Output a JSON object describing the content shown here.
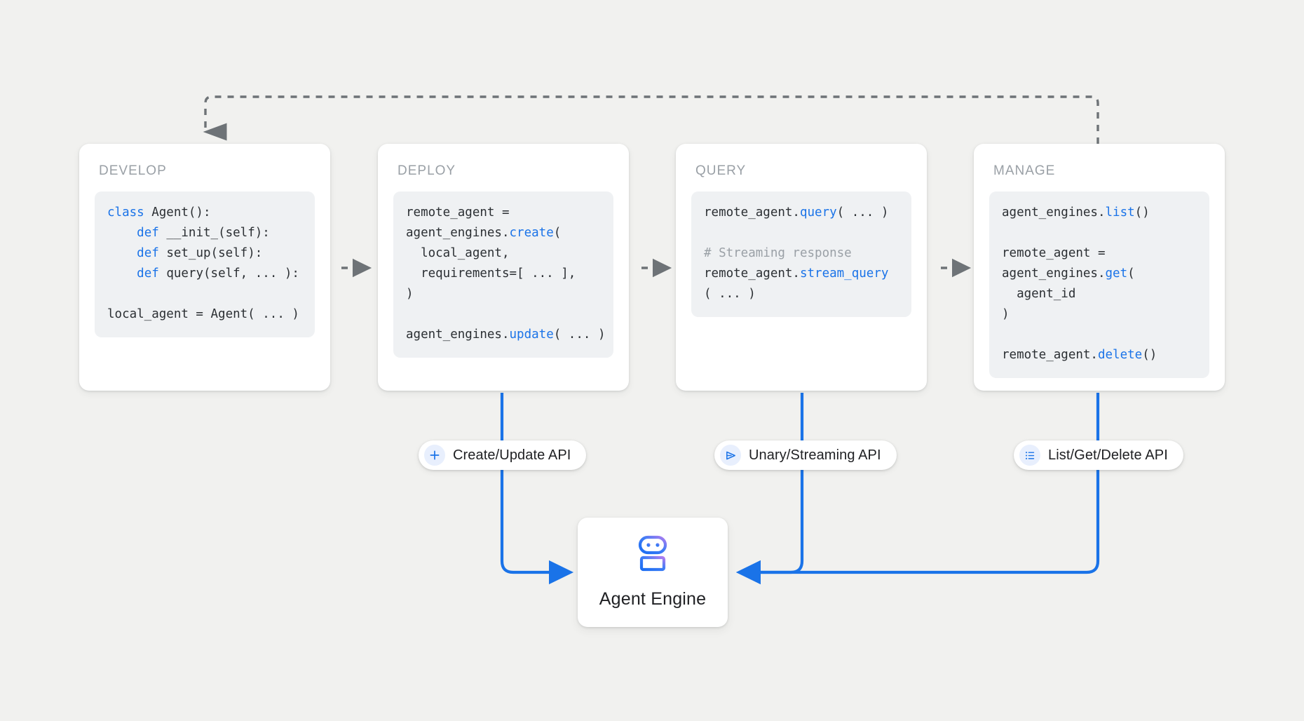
{
  "canvas": {
    "background": "#f1f1ef",
    "accent_blue": "#1a73e8",
    "dash_gray": "#6e7377"
  },
  "stages": [
    {
      "id": "develop",
      "title": "DEVELOP",
      "code_lines": [
        [
          {
            "t": "class ",
            "c": "kw"
          },
          {
            "t": "Agent():",
            "c": ""
          }
        ],
        [
          {
            "t": "    ",
            "c": ""
          },
          {
            "t": "def ",
            "c": "kw"
          },
          {
            "t": "__init_(self):",
            "c": ""
          }
        ],
        [
          {
            "t": "    ",
            "c": ""
          },
          {
            "t": "def ",
            "c": "kw"
          },
          {
            "t": "set_up(self):",
            "c": ""
          }
        ],
        [
          {
            "t": "    ",
            "c": ""
          },
          {
            "t": "def ",
            "c": "kw"
          },
          {
            "t": "query(self, ... ):",
            "c": ""
          }
        ],
        [
          {
            "t": "",
            "c": ""
          }
        ],
        [
          {
            "t": "local_agent = Agent( ... )",
            "c": ""
          }
        ]
      ]
    },
    {
      "id": "deploy",
      "title": "DEPLOY",
      "code_lines": [
        [
          {
            "t": "remote_agent =",
            "c": ""
          }
        ],
        [
          {
            "t": "agent_engines.",
            "c": ""
          },
          {
            "t": "create",
            "c": "fn"
          },
          {
            "t": "(",
            "c": ""
          }
        ],
        [
          {
            "t": "  local_agent,",
            "c": ""
          }
        ],
        [
          {
            "t": "  requirements=[ ... ],",
            "c": ""
          }
        ],
        [
          {
            "t": ")",
            "c": ""
          }
        ],
        [
          {
            "t": "",
            "c": ""
          }
        ],
        [
          {
            "t": "agent_engines.",
            "c": ""
          },
          {
            "t": "update",
            "c": "fn"
          },
          {
            "t": "( ... )",
            "c": ""
          }
        ]
      ]
    },
    {
      "id": "query",
      "title": "QUERY",
      "code_lines": [
        [
          {
            "t": "remote_agent.",
            "c": ""
          },
          {
            "t": "query",
            "c": "fn"
          },
          {
            "t": "( ... )",
            "c": ""
          }
        ],
        [
          {
            "t": "",
            "c": ""
          }
        ],
        [
          {
            "t": "# Streaming response",
            "c": "cm"
          }
        ],
        [
          {
            "t": "remote_agent.",
            "c": ""
          },
          {
            "t": "stream_query",
            "c": "fn"
          }
        ],
        [
          {
            "t": "( ... )",
            "c": ""
          }
        ]
      ]
    },
    {
      "id": "manage",
      "title": "MANAGE",
      "code_lines": [
        [
          {
            "t": "agent_engines.",
            "c": ""
          },
          {
            "t": "list",
            "c": "fn"
          },
          {
            "t": "()",
            "c": ""
          }
        ],
        [
          {
            "t": "",
            "c": ""
          }
        ],
        [
          {
            "t": "remote_agent =",
            "c": ""
          }
        ],
        [
          {
            "t": "agent_engines.",
            "c": ""
          },
          {
            "t": "get",
            "c": "fn"
          },
          {
            "t": "(",
            "c": ""
          }
        ],
        [
          {
            "t": "  agent_id",
            "c": ""
          }
        ],
        [
          {
            "t": ")",
            "c": ""
          }
        ],
        [
          {
            "t": "",
            "c": ""
          }
        ],
        [
          {
            "t": "remote_agent.",
            "c": ""
          },
          {
            "t": "delete",
            "c": "fn"
          },
          {
            "t": "()",
            "c": ""
          }
        ]
      ]
    }
  ],
  "pills": [
    {
      "id": "create-update",
      "label": "Create/Update API",
      "icon": "plus-icon"
    },
    {
      "id": "unary-streaming",
      "label": "Unary/Streaming API",
      "icon": "send-icon"
    },
    {
      "id": "list-get-delete",
      "label": "List/Get/Delete API",
      "icon": "list-icon"
    }
  ],
  "engine": {
    "label": "Agent Engine",
    "icon": "robot-icon"
  }
}
